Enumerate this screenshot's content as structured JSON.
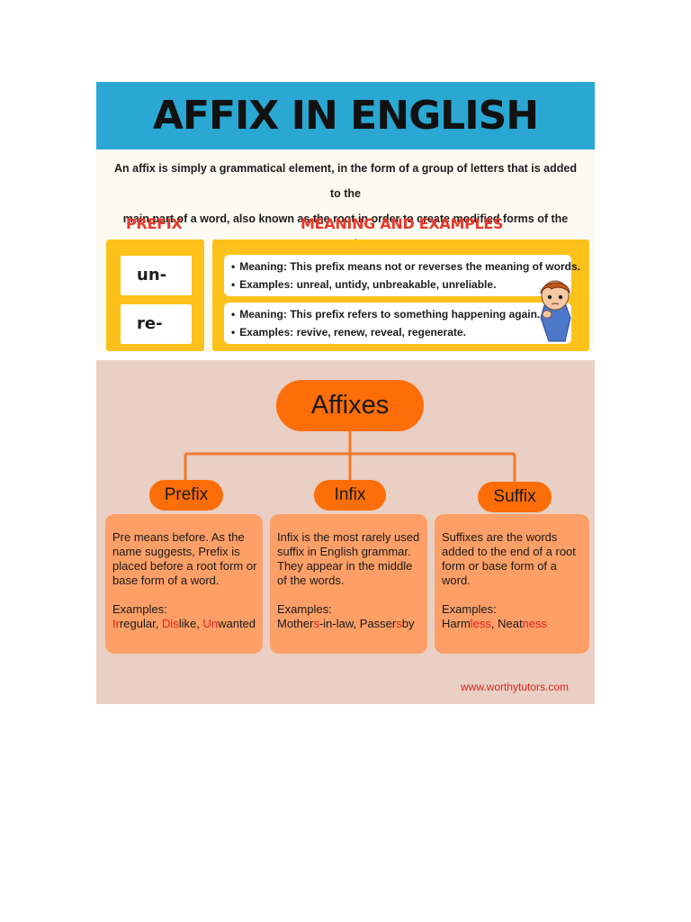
{
  "top_infographic": {
    "title": "AFFIX IN ENGLISH",
    "intro_line1": "An affix is simply a grammatical element, in the form of a group of letters that is added to the",
    "intro_line2": "main part of a word, also known as the root in order to create modified forms of the word.",
    "column_prefix_heading": "PREFIX",
    "column_meaning_heading": "MEANING AND EXAMPLES",
    "rows": [
      {
        "prefix": "un-",
        "meaning": "Meaning: This prefix means not or reverses the meaning of words.",
        "examples": "Examples: unreal, untidy, unbreakable, unreliable."
      },
      {
        "prefix": "re-",
        "meaning": "Meaning: This prefix refers to something happening again.",
        "examples": "Examples: revive, renew, reveal, regenerate."
      }
    ],
    "colors": {
      "banner": "#2aa8d3",
      "accent_red": "#e53a2e",
      "box_yellow": "#fcc21b"
    }
  },
  "diagram": {
    "root_label": "Affixes",
    "branches": [
      {
        "label": "Prefix",
        "description": "Pre means before. As the name suggests, Prefix is placed before a root form or base form of a word.",
        "examples_label": "Examples:",
        "examples": [
          {
            "red": "Ir",
            "rest": "regular"
          },
          {
            "sep": ", "
          },
          {
            "red": "Dis",
            "rest": "like"
          },
          {
            "sep": ", "
          },
          {
            "red": "Un",
            "rest": "wanted"
          }
        ]
      },
      {
        "label": "Infix",
        "description": "Infix is the most rarely used suffix in English grammar. They appear in the middle of the words.",
        "examples_label": "Examples:",
        "examples_parts": [
          "Mother",
          "s",
          "-in-law, Passer",
          "s",
          "by"
        ]
      },
      {
        "label": "Suffix",
        "description": "Suffixes are the words added to the end of a root form or base form of a word.",
        "examples_label": "Examples:",
        "examples_parts": [
          "Harm",
          "less",
          ", Neat",
          "ness"
        ]
      }
    ],
    "website": "www.worthytutors.com",
    "colors": {
      "background": "#e9cfc4",
      "pill": "#fd6d08",
      "card": "#fd9f67",
      "highlight": "#e2231a"
    }
  }
}
